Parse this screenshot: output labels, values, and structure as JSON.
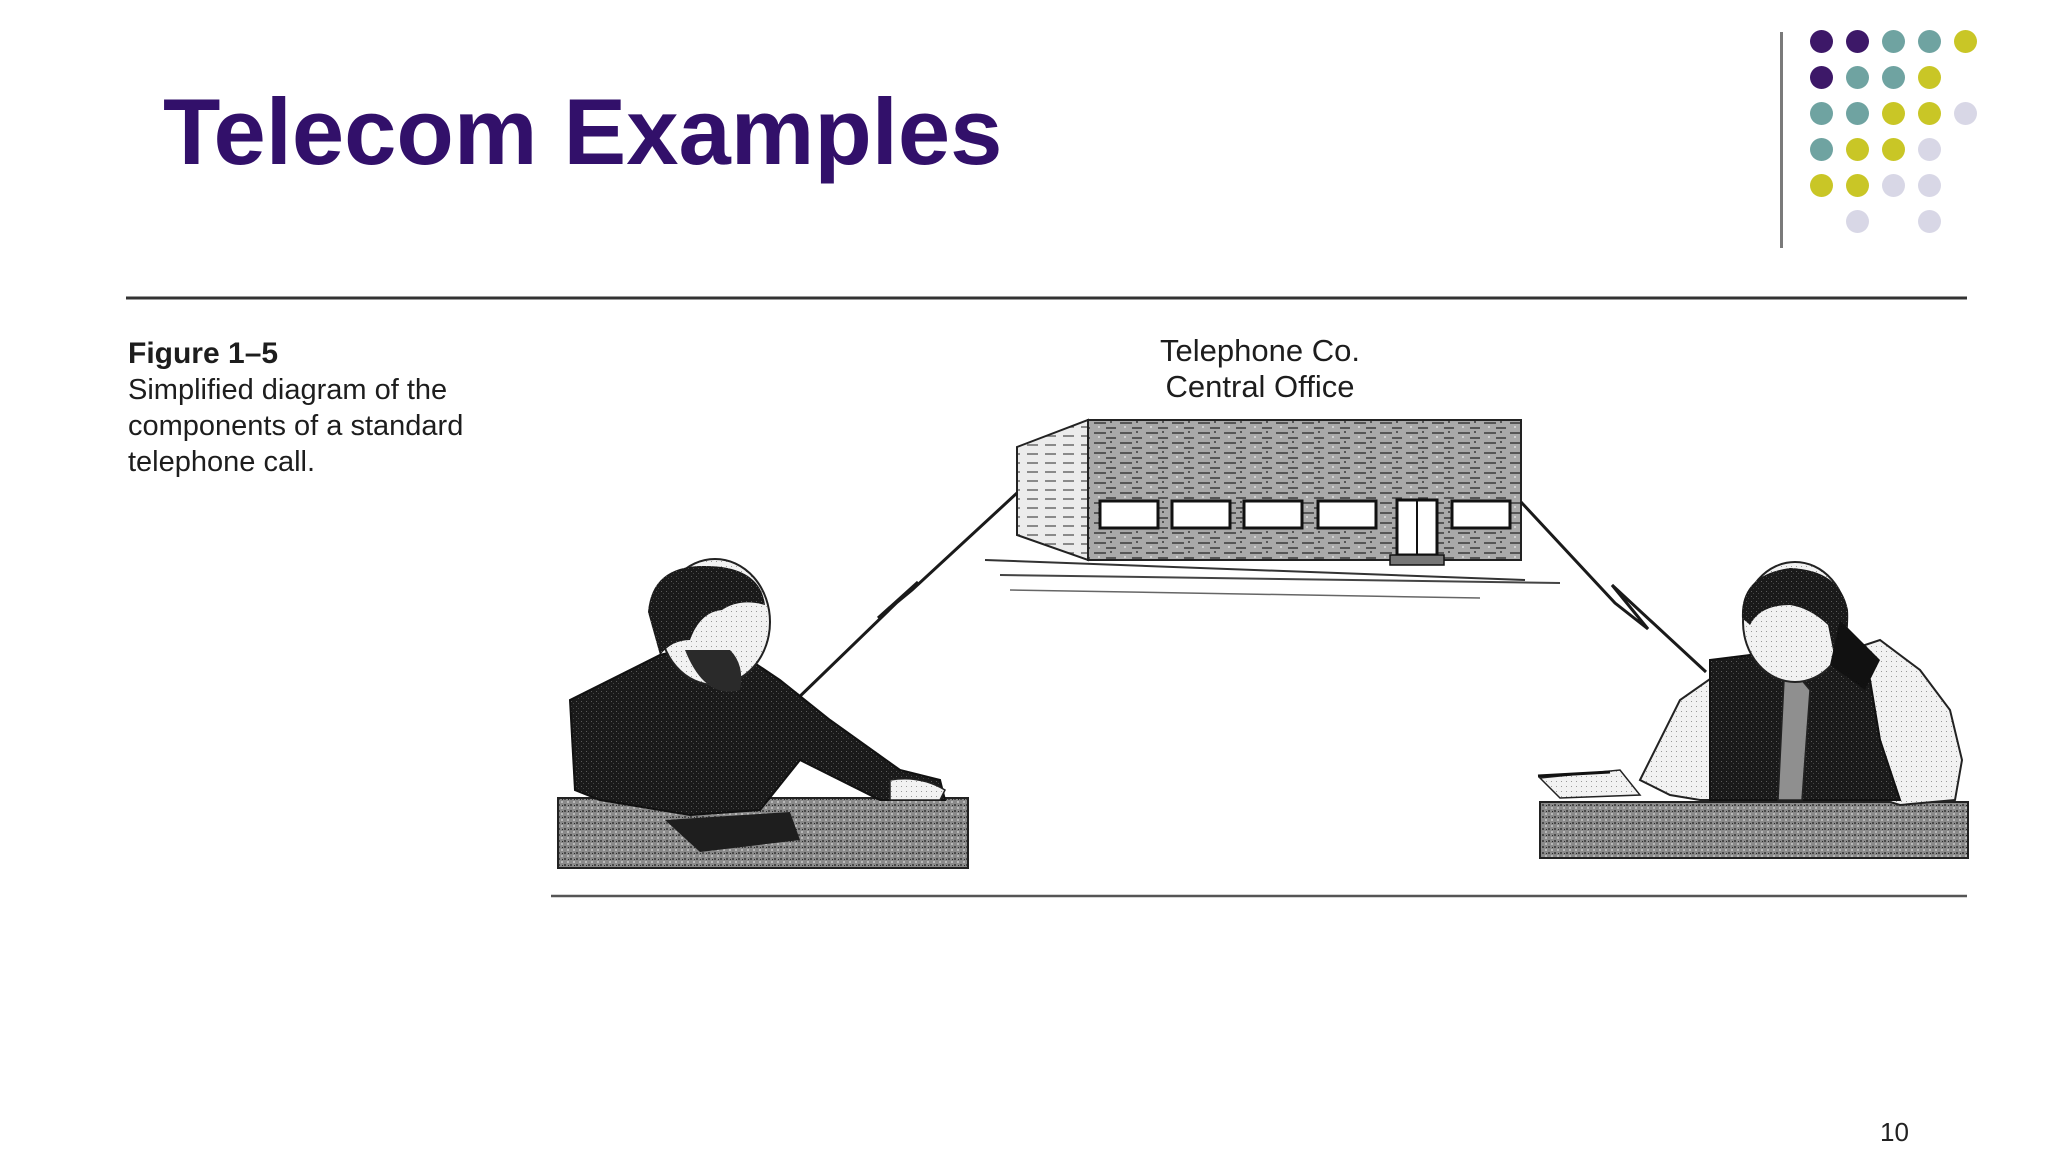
{
  "slide": {
    "title": "Telecom Examples",
    "page_number": "10",
    "colors": {
      "title": "#32106a",
      "purple": "#3d1868",
      "teal": "#6fa3a1",
      "yellow": "#c9c626",
      "lavender": "#d8d7e6"
    }
  },
  "decor": {
    "dot_grid": [
      [
        "purple",
        "purple",
        "teal",
        "teal",
        "yellow"
      ],
      [
        "purple",
        "teal",
        "teal",
        "yellow",
        ""
      ],
      [
        "teal",
        "teal",
        "yellow",
        "yellow",
        "lavender"
      ],
      [
        "teal",
        "yellow",
        "yellow",
        "lavender",
        ""
      ],
      [
        "yellow",
        "yellow",
        "lavender",
        "lavender",
        ""
      ],
      [
        "",
        "lavender",
        "",
        "lavender",
        ""
      ]
    ]
  },
  "figure": {
    "label": "Figure 1–5",
    "description": "Simplified diagram of the\ncomponents of a standard\ntelephone call.",
    "central_office_label": "Telephone Co.\nCentral Office",
    "icons": [
      "building-icon",
      "caller-left-icon",
      "caller-right-icon",
      "lightning-line-icon"
    ]
  }
}
